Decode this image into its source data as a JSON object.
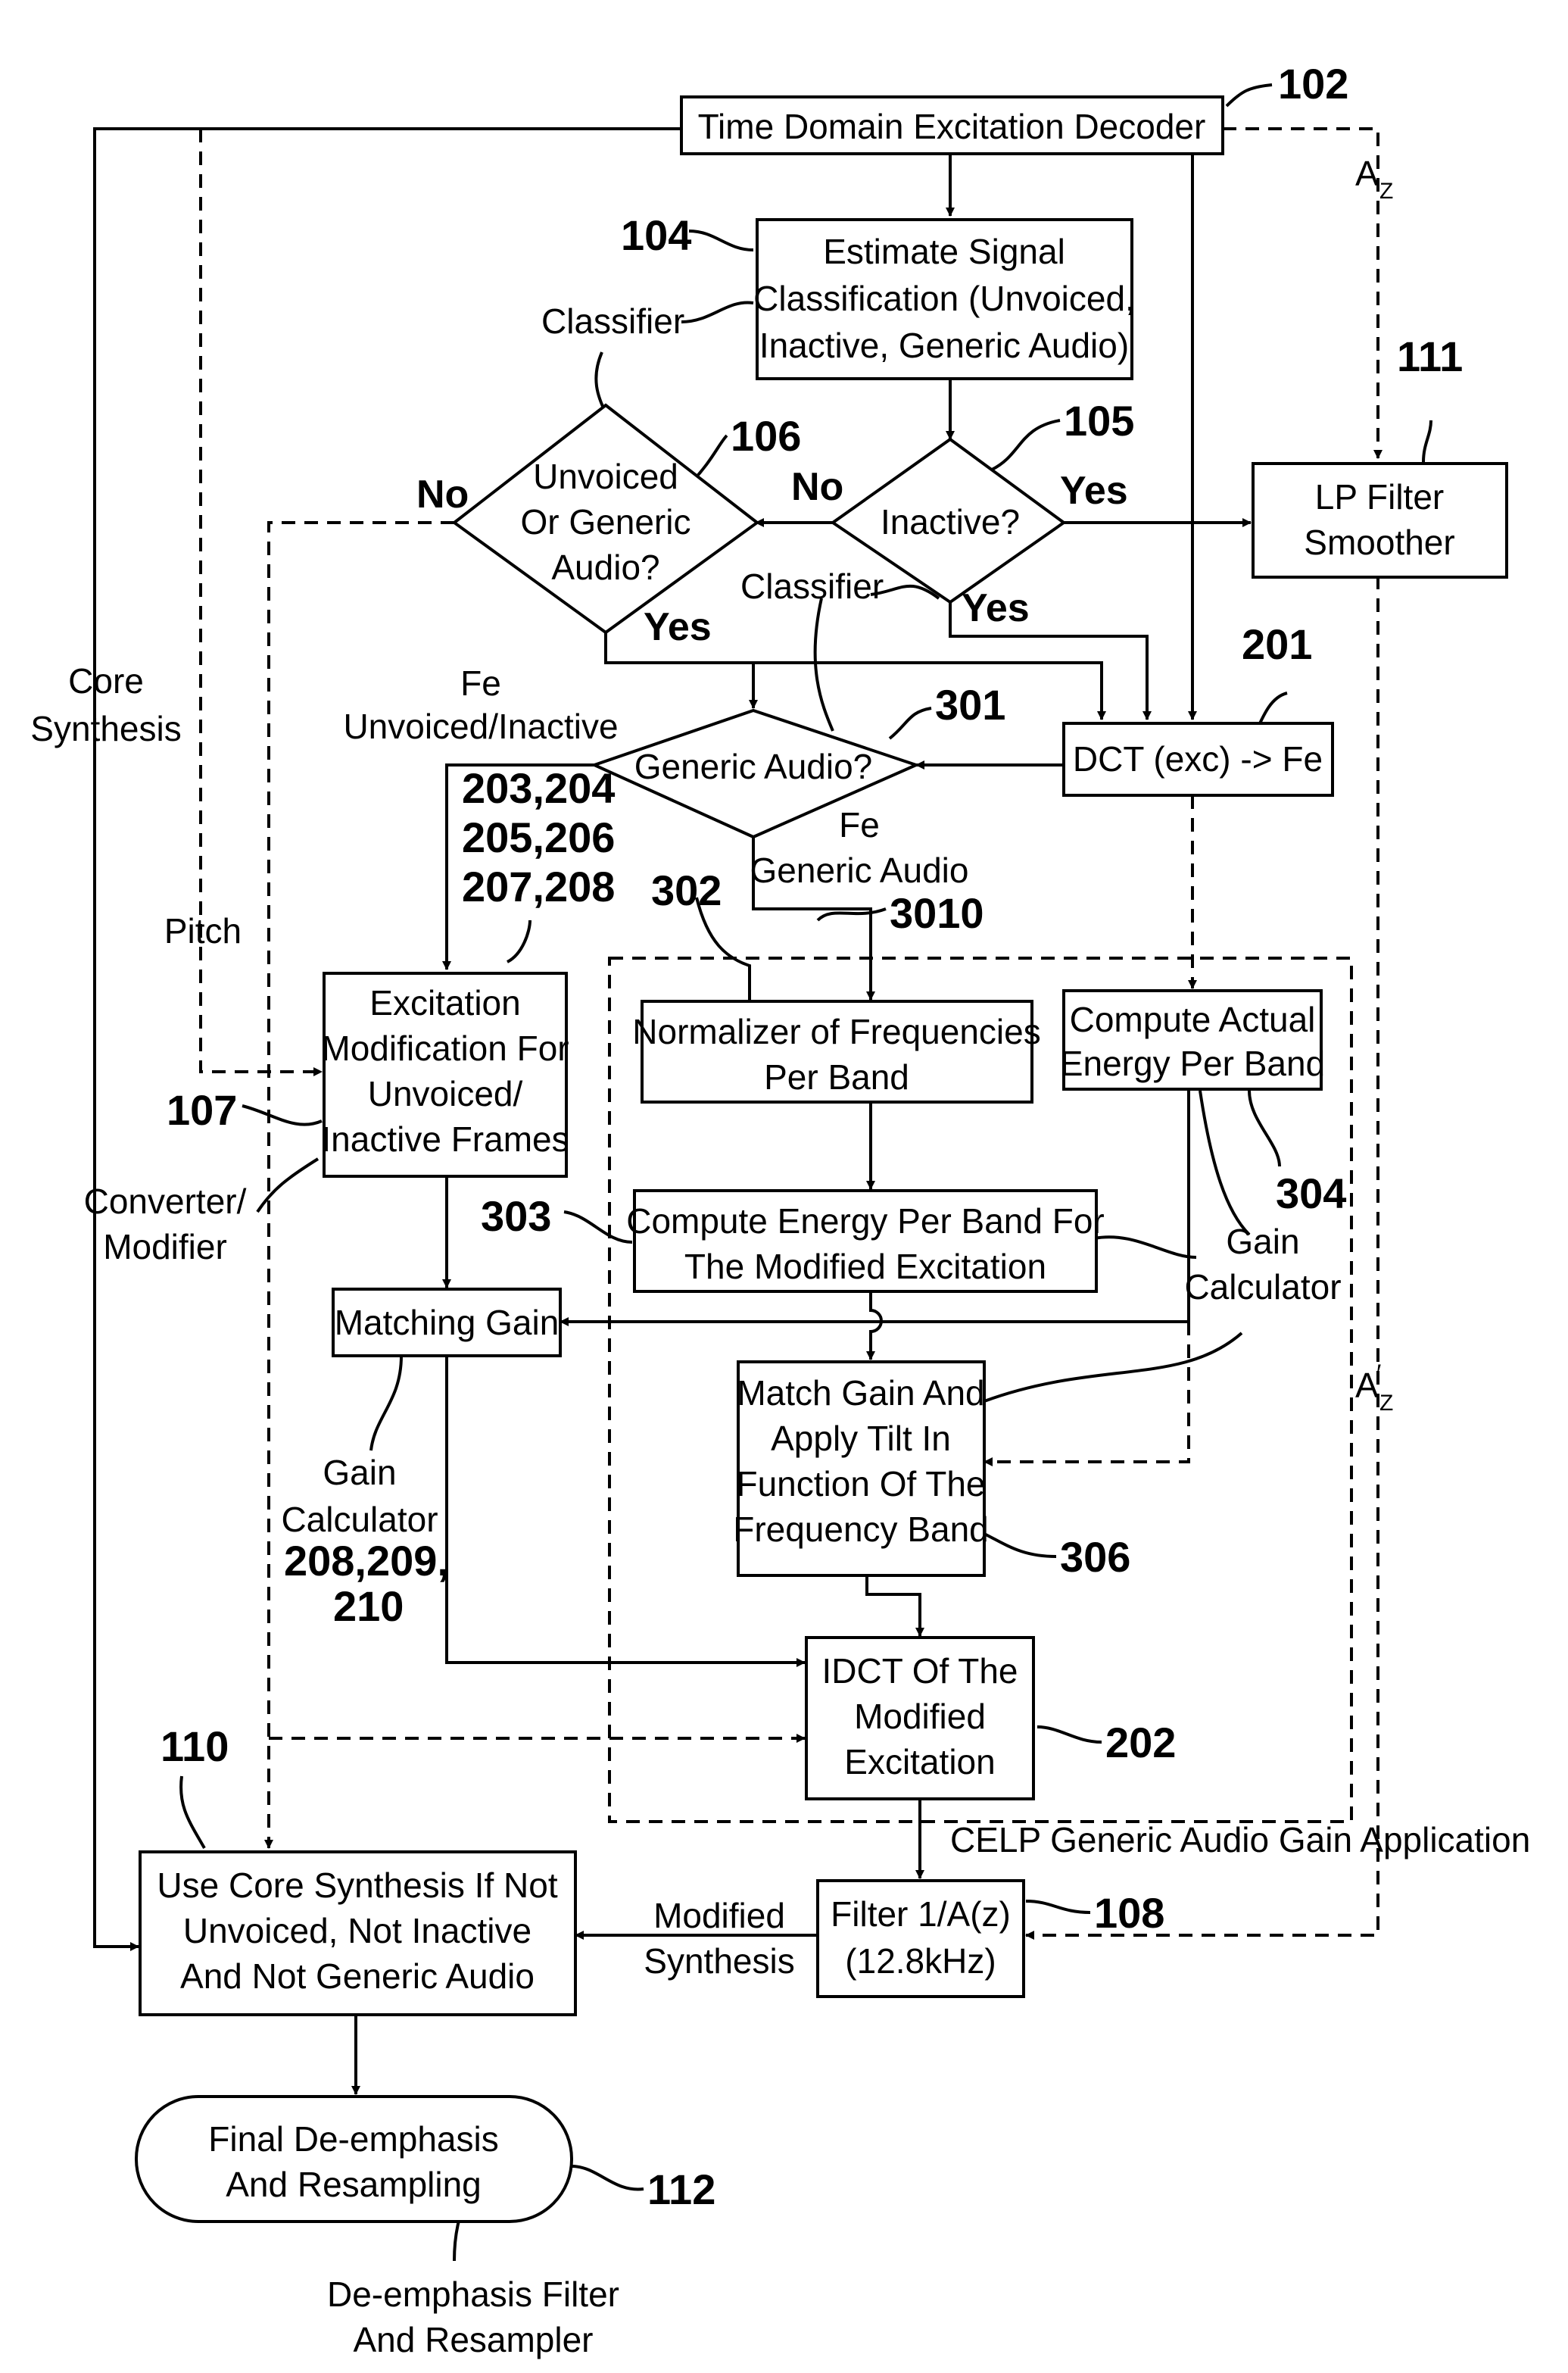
{
  "boxes": {
    "decoder": "Time Domain Excitation Decoder",
    "estimate": [
      "Estimate Signal",
      "Classification (Unvoiced,",
      "Inactive, Generic Audio)"
    ],
    "lp_filter": [
      "LP Filter",
      "Smoother"
    ],
    "dct": "DCT (exc) -> Fe",
    "excitation_mod": [
      "Excitation",
      "Modification For",
      "Unvoiced/",
      "Inactive Frames"
    ],
    "normalizer": [
      "Normalizer of Frequencies",
      "Per Band"
    ],
    "compute_actual": [
      "Compute Actual",
      "Energy Per Band"
    ],
    "compute_modified": [
      "Compute Energy Per Band For",
      "The Modified Excitation"
    ],
    "matching_gain": "Matching Gain",
    "match_tilt": [
      "Match Gain And",
      "Apply Tilt In",
      "Function Of The",
      "Frequency Band"
    ],
    "idct": [
      "IDCT Of The",
      "Modified",
      "Excitation"
    ],
    "core_use": [
      "Use Core Synthesis If Not",
      "Unvoiced, Not Inactive",
      "And Not Generic Audio"
    ],
    "filter": [
      "Filter 1/A(z)",
      "(12.8kHz)"
    ],
    "final": [
      "Final De-emphasis",
      "And Resampling"
    ]
  },
  "diamonds": {
    "unvoiced": [
      "Unvoiced",
      "Or Generic",
      "Audio?"
    ],
    "inactive": "Inactive?",
    "generic": "Generic Audio?"
  },
  "refs": {
    "r102": "102",
    "r104": "104",
    "r105": "105",
    "r106": "106",
    "r111": "111",
    "r201": "201",
    "r301": "301",
    "r302": "302",
    "r3010": "3010",
    "r203": "203,204",
    "r205": "205,206",
    "r207": "207,208",
    "r107": "107",
    "r303": "303",
    "r304": "304",
    "r306": "306",
    "r202": "202",
    "r110": "110",
    "r108": "108",
    "r112": "112",
    "r208": "208,209,",
    "r210": "210"
  },
  "labels": {
    "az": "A",
    "az_sub": "Z",
    "azp": "A",
    "azp_prime": "′",
    "azp_sub": "Z",
    "classifier1": "Classifier",
    "classifier2": "Classifier",
    "no1": "No",
    "no2": "No",
    "yes1": "Yes",
    "yes2": "Yes",
    "yes3": "Yes",
    "core_synthesis": [
      "Core",
      "Synthesis"
    ],
    "fe_unvoiced": [
      "Fe",
      "Unvoiced/Inactive"
    ],
    "fe_generic": [
      "Fe",
      "Generic Audio"
    ],
    "pitch": "Pitch",
    "converter": [
      "Converter/",
      "Modifier"
    ],
    "gain_calc_right": [
      "Gain",
      "Calculator"
    ],
    "gain_calc_left": [
      "Gain",
      "Calculator"
    ],
    "celp": "CELP Generic Audio Gain Application",
    "modified_synthesis": [
      "Modified",
      "Synthesis"
    ],
    "deemph": [
      "De-emphasis Filter",
      "And Resampler"
    ]
  }
}
